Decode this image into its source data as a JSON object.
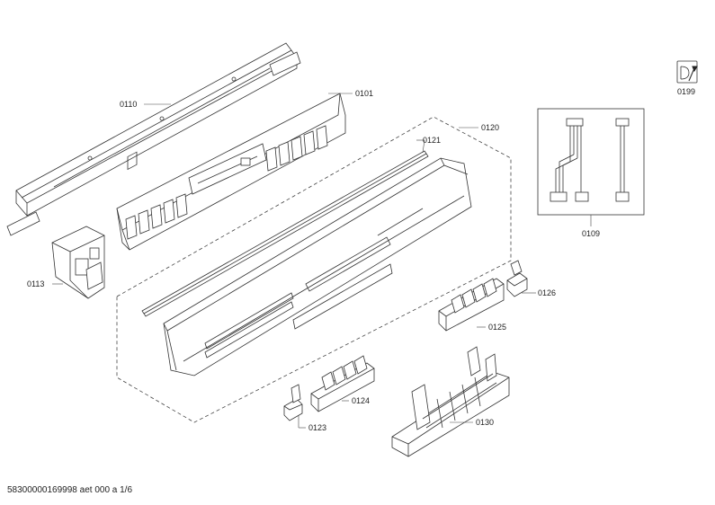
{
  "diagram": {
    "parts": {
      "p0110": "0110",
      "p0101": "0101",
      "p0120": "0120",
      "p0121": "0121",
      "p0113": "0113",
      "p0109": "0109",
      "p0199": "0199",
      "p0126": "0126",
      "p0125": "0125",
      "p0124": "0124",
      "p0123": "0123",
      "p0130": "0130"
    },
    "icons": {
      "service_tool": "wrench-in-box-icon"
    }
  },
  "footer": {
    "document_id": "58300000169998 aet 000 a 1/6"
  }
}
